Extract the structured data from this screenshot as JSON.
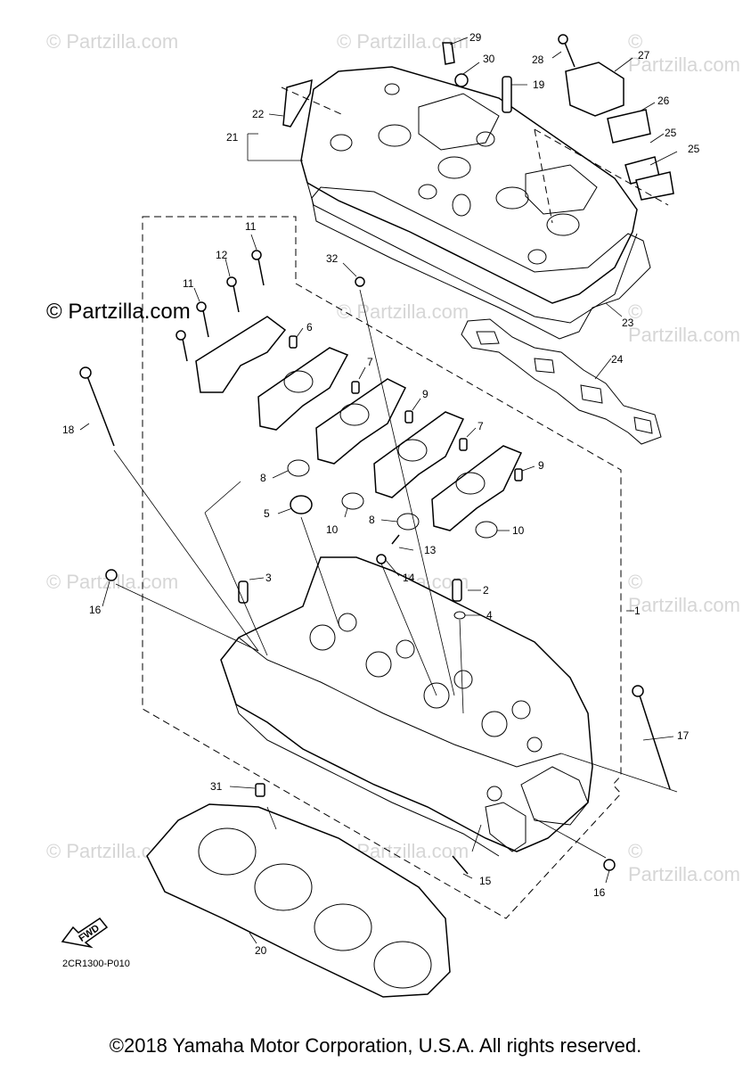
{
  "watermark": {
    "text": "© Partzilla.com",
    "prominent_text": "© Partzilla.com"
  },
  "diagram": {
    "code": "2CR1300-P010",
    "fwd_label": "FWD",
    "callouts": [
      "1",
      "2",
      "3",
      "4",
      "5",
      "6",
      "7",
      "7",
      "8",
      "8",
      "9",
      "9",
      "10",
      "10",
      "11",
      "11",
      "12",
      "13",
      "14",
      "15",
      "16",
      "16",
      "17",
      "18",
      "19",
      "20",
      "21",
      "22",
      "23",
      "24",
      "25",
      "25",
      "26",
      "27",
      "28",
      "29",
      "30",
      "31",
      "32"
    ]
  },
  "footer": {
    "copyright": "©2018 Yamaha Motor Corporation, U.S.A. All rights reserved."
  }
}
